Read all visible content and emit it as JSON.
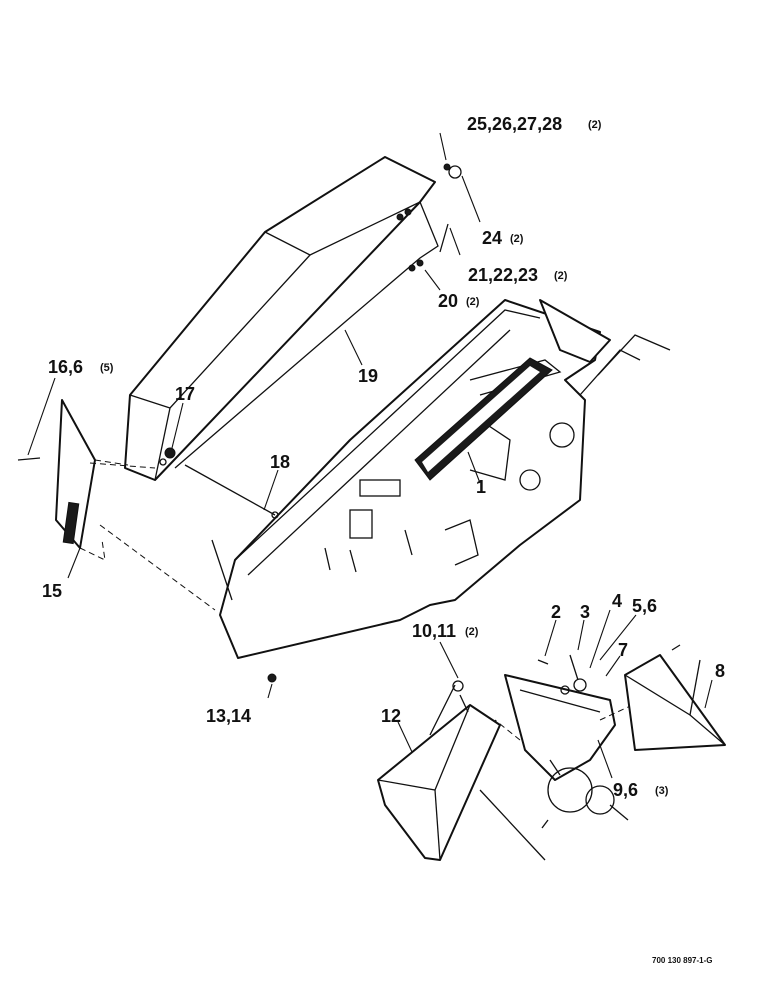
{
  "callouts": {
    "c25": "25,26,27,28",
    "c25_qty": "(2)",
    "c24": "24",
    "c24_qty": "(2)",
    "c21": "21,22,23",
    "c21_qty": "(2)",
    "c20": "20",
    "c20_qty": "(2)",
    "c16": "16,6",
    "c16_qty": "(5)",
    "c19": "19",
    "c17": "17",
    "c18": "18",
    "c1": "1",
    "c15": "15",
    "c10": "10,11",
    "c10_qty": "(2)",
    "c13": "13,14",
    "c12": "12",
    "c2": "2",
    "c3": "3",
    "c4": "4",
    "c56": "5,6",
    "c7": "7",
    "c8": "8",
    "c9": "9,6",
    "c9_qty": "(3)"
  },
  "document_number": "700 130 897-1-G"
}
